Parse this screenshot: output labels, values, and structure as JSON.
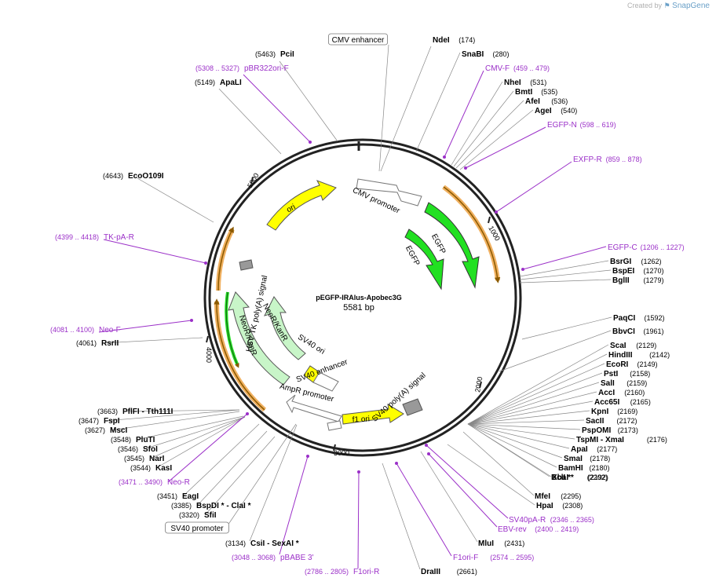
{
  "watermark": {
    "prefix": "Created by",
    "brand": "SnapGene"
  },
  "plasmid": {
    "name": "pEGFP-IRAlus-Apobec3G",
    "length": "5581 bp"
  },
  "colors": {
    "primer": "#9b30c8",
    "enzyme": "#000000",
    "ori": "#ffff00",
    "egfp": "#22e022",
    "neo": "#c8f5c8",
    "promoter": "#ffffff",
    "polyA": "#999999",
    "orf_outline": "#f0b060",
    "orf_inner": "#8b5a00"
  },
  "ticks": [
    {
      "label": "1000",
      "bp": 1000
    },
    {
      "label": "2000",
      "bp": 2000
    },
    {
      "label": "3000",
      "bp": 3000
    },
    {
      "label": "4000",
      "bp": 4000
    },
    {
      "label": "5000",
      "bp": 5000
    }
  ],
  "features": [
    {
      "label": "CMV enhancer",
      "boxed": true
    },
    {
      "label": "CMV promoter"
    },
    {
      "label": "EGFP"
    },
    {
      "label": "EGFP"
    },
    {
      "label": "SV40 poly(A) signal"
    },
    {
      "label": "f1 ori"
    },
    {
      "label": "AmpR promoter"
    },
    {
      "label": "SV40 ori"
    },
    {
      "label": "SV40 enhancer"
    },
    {
      "label": "NeoR/KanR"
    },
    {
      "label": "NeoR/KanR"
    },
    {
      "label": "HSV TK poly(A) signal"
    },
    {
      "label": "ori"
    },
    {
      "label": "SV40 promoter",
      "boxed": true
    }
  ],
  "labels": [
    {
      "name": "PciI",
      "pos": "(5463)",
      "kind": "enzyme"
    },
    {
      "name": "pBR322ori-F",
      "pos": "(5308 .. 5327)",
      "kind": "primer"
    },
    {
      "name": "ApaLI",
      "pos": "(5149)",
      "kind": "enzyme"
    },
    {
      "name": "EcoO109I",
      "pos": "(4643)",
      "kind": "enzyme"
    },
    {
      "name": "TK-pA-R",
      "pos": "(4399 .. 4418)",
      "kind": "primer"
    },
    {
      "name": "Neo-F",
      "pos": "(4081 .. 4100)",
      "kind": "primer"
    },
    {
      "name": "RsrII",
      "pos": "(4061)",
      "kind": "enzyme"
    },
    {
      "name": "PflFI  - Tth111I",
      "pos": "(3663)",
      "kind": "enzyme"
    },
    {
      "name": "FspI",
      "pos": "(3647)",
      "kind": "enzyme"
    },
    {
      "name": "MscI",
      "pos": "(3627)",
      "kind": "enzyme"
    },
    {
      "name": "PluTI",
      "pos": "(3548)",
      "kind": "enzyme"
    },
    {
      "name": "SfoI",
      "pos": "(3546)",
      "kind": "enzyme"
    },
    {
      "name": "NarI",
      "pos": "(3545)",
      "kind": "enzyme"
    },
    {
      "name": "KasI",
      "pos": "(3544)",
      "kind": "enzyme"
    },
    {
      "name": "Neo-R",
      "pos": "(3471 .. 3490)",
      "kind": "primer"
    },
    {
      "name": "EagI",
      "pos": "(3451)",
      "kind": "enzyme"
    },
    {
      "name": "BspDI *  - ClaI *",
      "pos": "(3385)",
      "kind": "enzyme"
    },
    {
      "name": "SfiI",
      "pos": "(3320)",
      "kind": "enzyme"
    },
    {
      "name": "CsiI  - SexAI *",
      "pos": "(3134)",
      "kind": "enzyme"
    },
    {
      "name": "pBABE 3'",
      "pos": "(3048 .. 3068)",
      "kind": "primer"
    },
    {
      "name": "F1ori-R",
      "pos": "(2786 .. 2805)",
      "kind": "primer"
    },
    {
      "name": "DraIII",
      "pos": "(2661)",
      "kind": "enzyme"
    },
    {
      "name": "F1ori-F",
      "pos": "(2574 .. 2595)",
      "kind": "primer"
    },
    {
      "name": "MluI",
      "pos": "(2431)",
      "kind": "enzyme"
    },
    {
      "name": "EBV-rev",
      "pos": "(2400 .. 2419)",
      "kind": "primer"
    },
    {
      "name": "SV40pA-R",
      "pos": "(2346 .. 2365)",
      "kind": "primer"
    },
    {
      "name": "HpaI",
      "pos": "(2308)",
      "kind": "enzyme"
    },
    {
      "name": "MfeI",
      "pos": "(2295)",
      "kind": "enzyme"
    },
    {
      "name": "BclI *",
      "pos": "(2202)",
      "kind": "enzyme"
    },
    {
      "name": "XbaI *",
      "pos": "(2192)",
      "kind": "enzyme"
    },
    {
      "name": "BamHI",
      "pos": "(2180)",
      "kind": "enzyme"
    },
    {
      "name": "SmaI",
      "pos": "(2178)",
      "kind": "enzyme"
    },
    {
      "name": "ApaI",
      "pos": "(2177)",
      "kind": "enzyme"
    },
    {
      "name": "TspMI  - XmaI",
      "pos": "(2176)",
      "kind": "enzyme"
    },
    {
      "name": "PspOMI",
      "pos": "(2173)",
      "kind": "enzyme"
    },
    {
      "name": "SacII",
      "pos": "(2172)",
      "kind": "enzyme"
    },
    {
      "name": "KpnI",
      "pos": "(2169)",
      "kind": "enzyme"
    },
    {
      "name": "Acc65I",
      "pos": "(2165)",
      "kind": "enzyme"
    },
    {
      "name": "AccI",
      "pos": "(2160)",
      "kind": "enzyme"
    },
    {
      "name": "SalI",
      "pos": "(2159)",
      "kind": "enzyme"
    },
    {
      "name": "PstI",
      "pos": "(2158)",
      "kind": "enzyme"
    },
    {
      "name": "EcoRI",
      "pos": "(2149)",
      "kind": "enzyme"
    },
    {
      "name": "HindIII",
      "pos": "(2142)",
      "kind": "enzyme"
    },
    {
      "name": "ScaI",
      "pos": "(2129)",
      "kind": "enzyme"
    },
    {
      "name": "BbvCI",
      "pos": "(1961)",
      "kind": "enzyme"
    },
    {
      "name": "PaqCI",
      "pos": "(1592)",
      "kind": "enzyme"
    },
    {
      "name": "BglII",
      "pos": "(1279)",
      "kind": "enzyme"
    },
    {
      "name": "BspEI",
      "pos": "(1270)",
      "kind": "enzyme"
    },
    {
      "name": "BsrGI",
      "pos": "(1262)",
      "kind": "enzyme"
    },
    {
      "name": "EGFP-C",
      "pos": "(1206 .. 1227)",
      "kind": "primer"
    },
    {
      "name": "EXFP-R",
      "pos": "(859 .. 878)",
      "kind": "primer"
    },
    {
      "name": "EGFP-N",
      "pos": "(598 .. 619)",
      "kind": "primer"
    },
    {
      "name": "AgeI",
      "pos": "(540)",
      "kind": "enzyme"
    },
    {
      "name": "AfeI",
      "pos": "(536)",
      "kind": "enzyme"
    },
    {
      "name": "BmtI",
      "pos": "(535)",
      "kind": "enzyme"
    },
    {
      "name": "NheI",
      "pos": "(531)",
      "kind": "enzyme"
    },
    {
      "name": "CMV-F",
      "pos": "(459 .. 479)",
      "kind": "primer"
    },
    {
      "name": "SnaBI",
      "pos": "(280)",
      "kind": "enzyme"
    },
    {
      "name": "NdeI",
      "pos": "(174)",
      "kind": "enzyme"
    }
  ]
}
